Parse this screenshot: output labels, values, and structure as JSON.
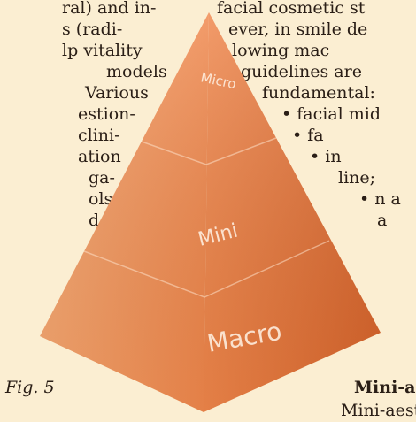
{
  "left_column": [
    "ral) and in-",
    "s        (radi-",
    "lp vitality",
    "models",
    "Various",
    "estion-",
    "clini-",
    "ation",
    "ga-",
    "ols",
    "d"
  ],
  "right_column": [
    "facial cosmetic st",
    "ever, in smile de",
    "lowing          mac",
    "guidelines are",
    "fundamental:",
    "• facial mid",
    "•           fa",
    "•         in",
    "line;",
    "• n a",
    "a"
  ],
  "pyramid": {
    "levels": [
      "Micro",
      "Mini",
      "Macro"
    ],
    "colors": {
      "light": "#f8a76f",
      "mid": "#f0864a",
      "dark": "#d8642a"
    }
  },
  "caption": "Fig. 5",
  "section": {
    "heading": "Mini-a",
    "text": "Mini-aest"
  }
}
